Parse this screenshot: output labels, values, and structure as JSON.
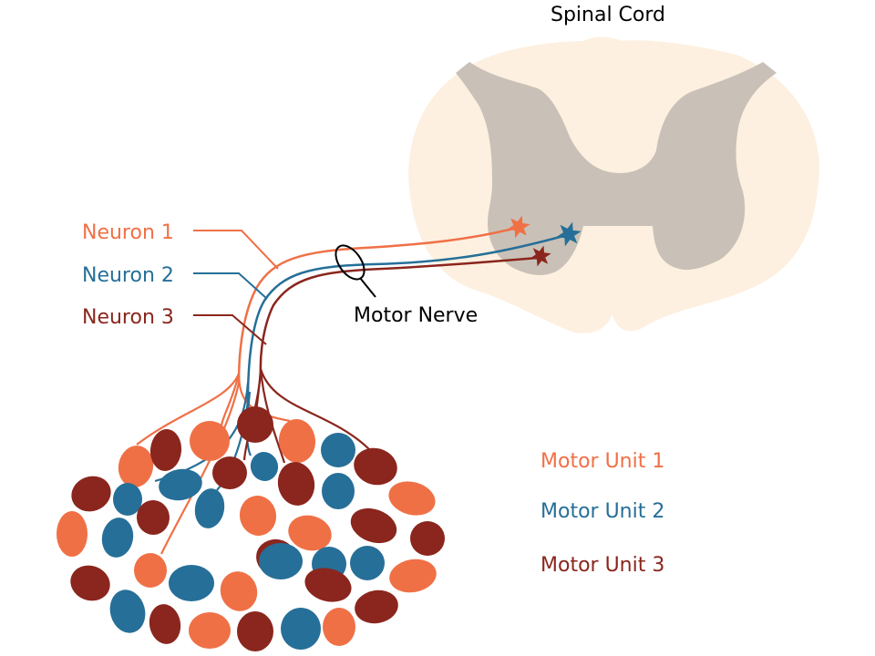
{
  "title": "Spinal Cord",
  "nerve_label": "Motor Nerve",
  "colors": {
    "unit1": "#f07046",
    "unit2": "#266f98",
    "unit3": "#8a261d",
    "white_matter": "#fdf0e0",
    "gray_matter": "#c9c1b7",
    "text": "#000000"
  },
  "neurons": [
    {
      "label": "Neuron 1",
      "unit": "unit1"
    },
    {
      "label": "Neuron 2",
      "unit": "unit2"
    },
    {
      "label": "Neuron 3",
      "unit": "unit3"
    }
  ],
  "legend": [
    {
      "label": "Motor Unit 1",
      "unit": "unit1"
    },
    {
      "label": "Motor Unit 2",
      "unit": "unit2"
    },
    {
      "label": "Motor Unit 3",
      "unit": "unit3"
    }
  ],
  "fibers": {
    "unit1_count": 14,
    "unit2_count": 16,
    "unit3_count": 19
  }
}
